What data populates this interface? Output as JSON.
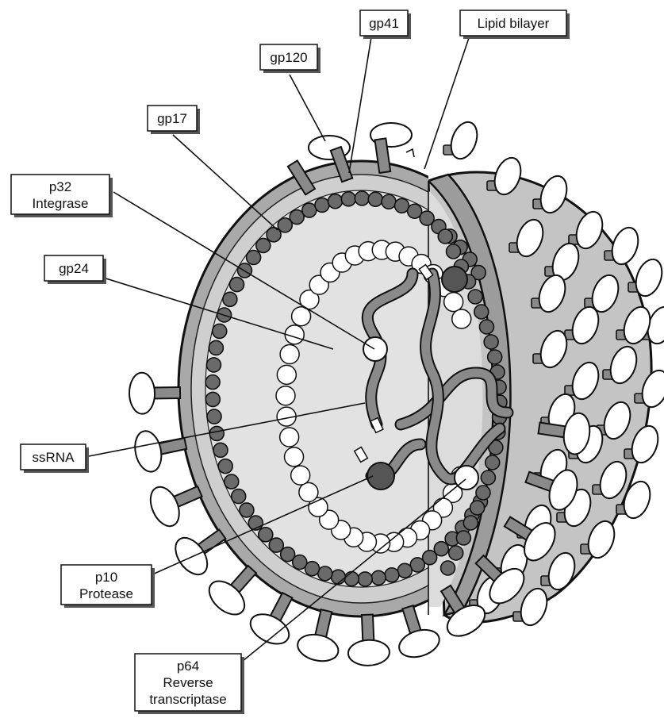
{
  "labels": {
    "gp41": "gp41",
    "lipid": "Lipid bilayer",
    "gp120": "gp120",
    "gp17": "gp17",
    "p32_1": "p32",
    "p32_2": "Integrase",
    "gp24": "gp24",
    "ssrna": "ssRNA",
    "p10_1": "p10",
    "p10_2": "Protease",
    "p64_1": "p64",
    "p64_2": "Reverse",
    "p64_3": "transcriptase"
  },
  "colors": {
    "envelope": "#a9a9a9",
    "membrane_light": "#d0d0d0",
    "interior": "#e2e2e2",
    "capsid_bead": "#6a6a6a",
    "knob": "#ffffff",
    "stalk": "#8a8a8a",
    "outline": "#111111"
  }
}
